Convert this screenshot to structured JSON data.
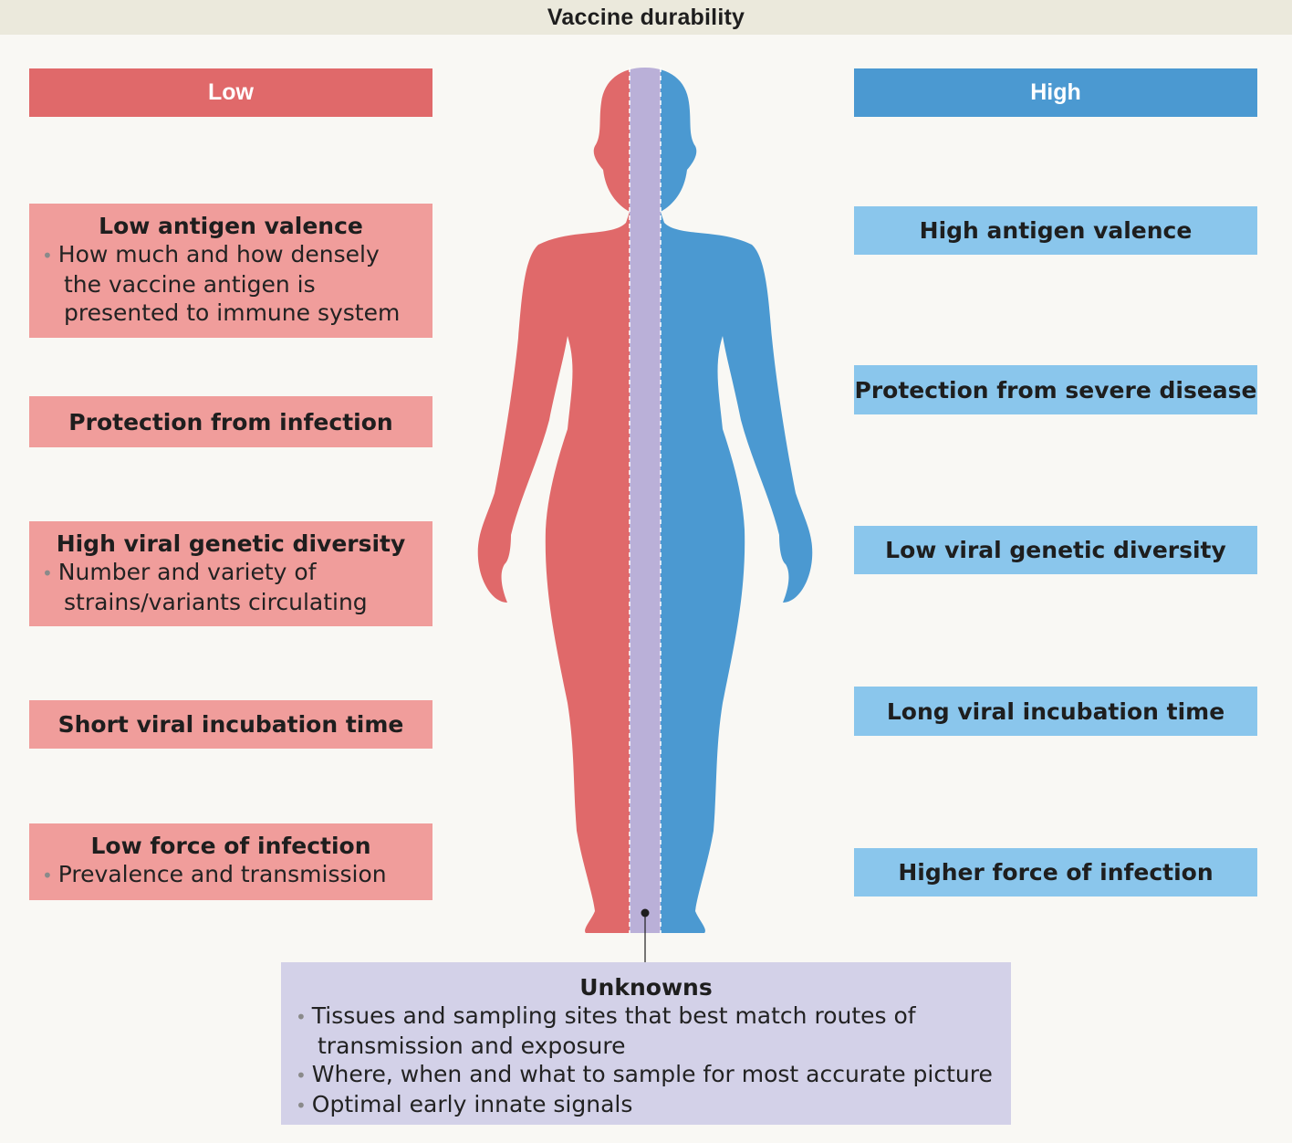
{
  "header": {
    "title": "Vaccine durability"
  },
  "columns": {
    "low_label": "Low",
    "high_label": "High"
  },
  "colors": {
    "low_header": "#e0696a",
    "low_box": "#f09d9b",
    "high_header": "#4b99d1",
    "high_box": "#8ac6ec",
    "middle_band": "#bab0d8",
    "unknowns_box": "#d3d1e8",
    "background": "#f9f8f4"
  },
  "low": {
    "antigen": {
      "title": "Low antigen valence",
      "bullet_lines": [
        "How much and how densely",
        "the vaccine antigen is",
        "presented to immune system"
      ]
    },
    "protection": {
      "title": "Protection from infection"
    },
    "diversity": {
      "title": "High viral genetic diversity",
      "bullet_lines": [
        "Number and variety of",
        "strains/variants circulating"
      ]
    },
    "incubation": {
      "title": "Short viral incubation time"
    },
    "force": {
      "title": "Low force of infection",
      "bullet_lines": [
        "Prevalence and transmission"
      ]
    }
  },
  "high": {
    "antigen": {
      "title": "High antigen valence"
    },
    "protection": {
      "title": "Protection from severe disease"
    },
    "diversity": {
      "title": "Low viral genetic diversity"
    },
    "incubation": {
      "title": "Long viral incubation time"
    },
    "force": {
      "title": "Higher force of infection"
    }
  },
  "unknowns": {
    "title": "Unknowns",
    "bullets": [
      [
        "Tissues and sampling sites that best match routes of",
        "transmission and exposure"
      ],
      [
        "Where, when and what to sample for most accurate picture"
      ],
      [
        "Optimal early innate signals"
      ]
    ]
  },
  "icons": {
    "body": "human-silhouette-icon",
    "bullet": "bullet-dot-icon"
  }
}
